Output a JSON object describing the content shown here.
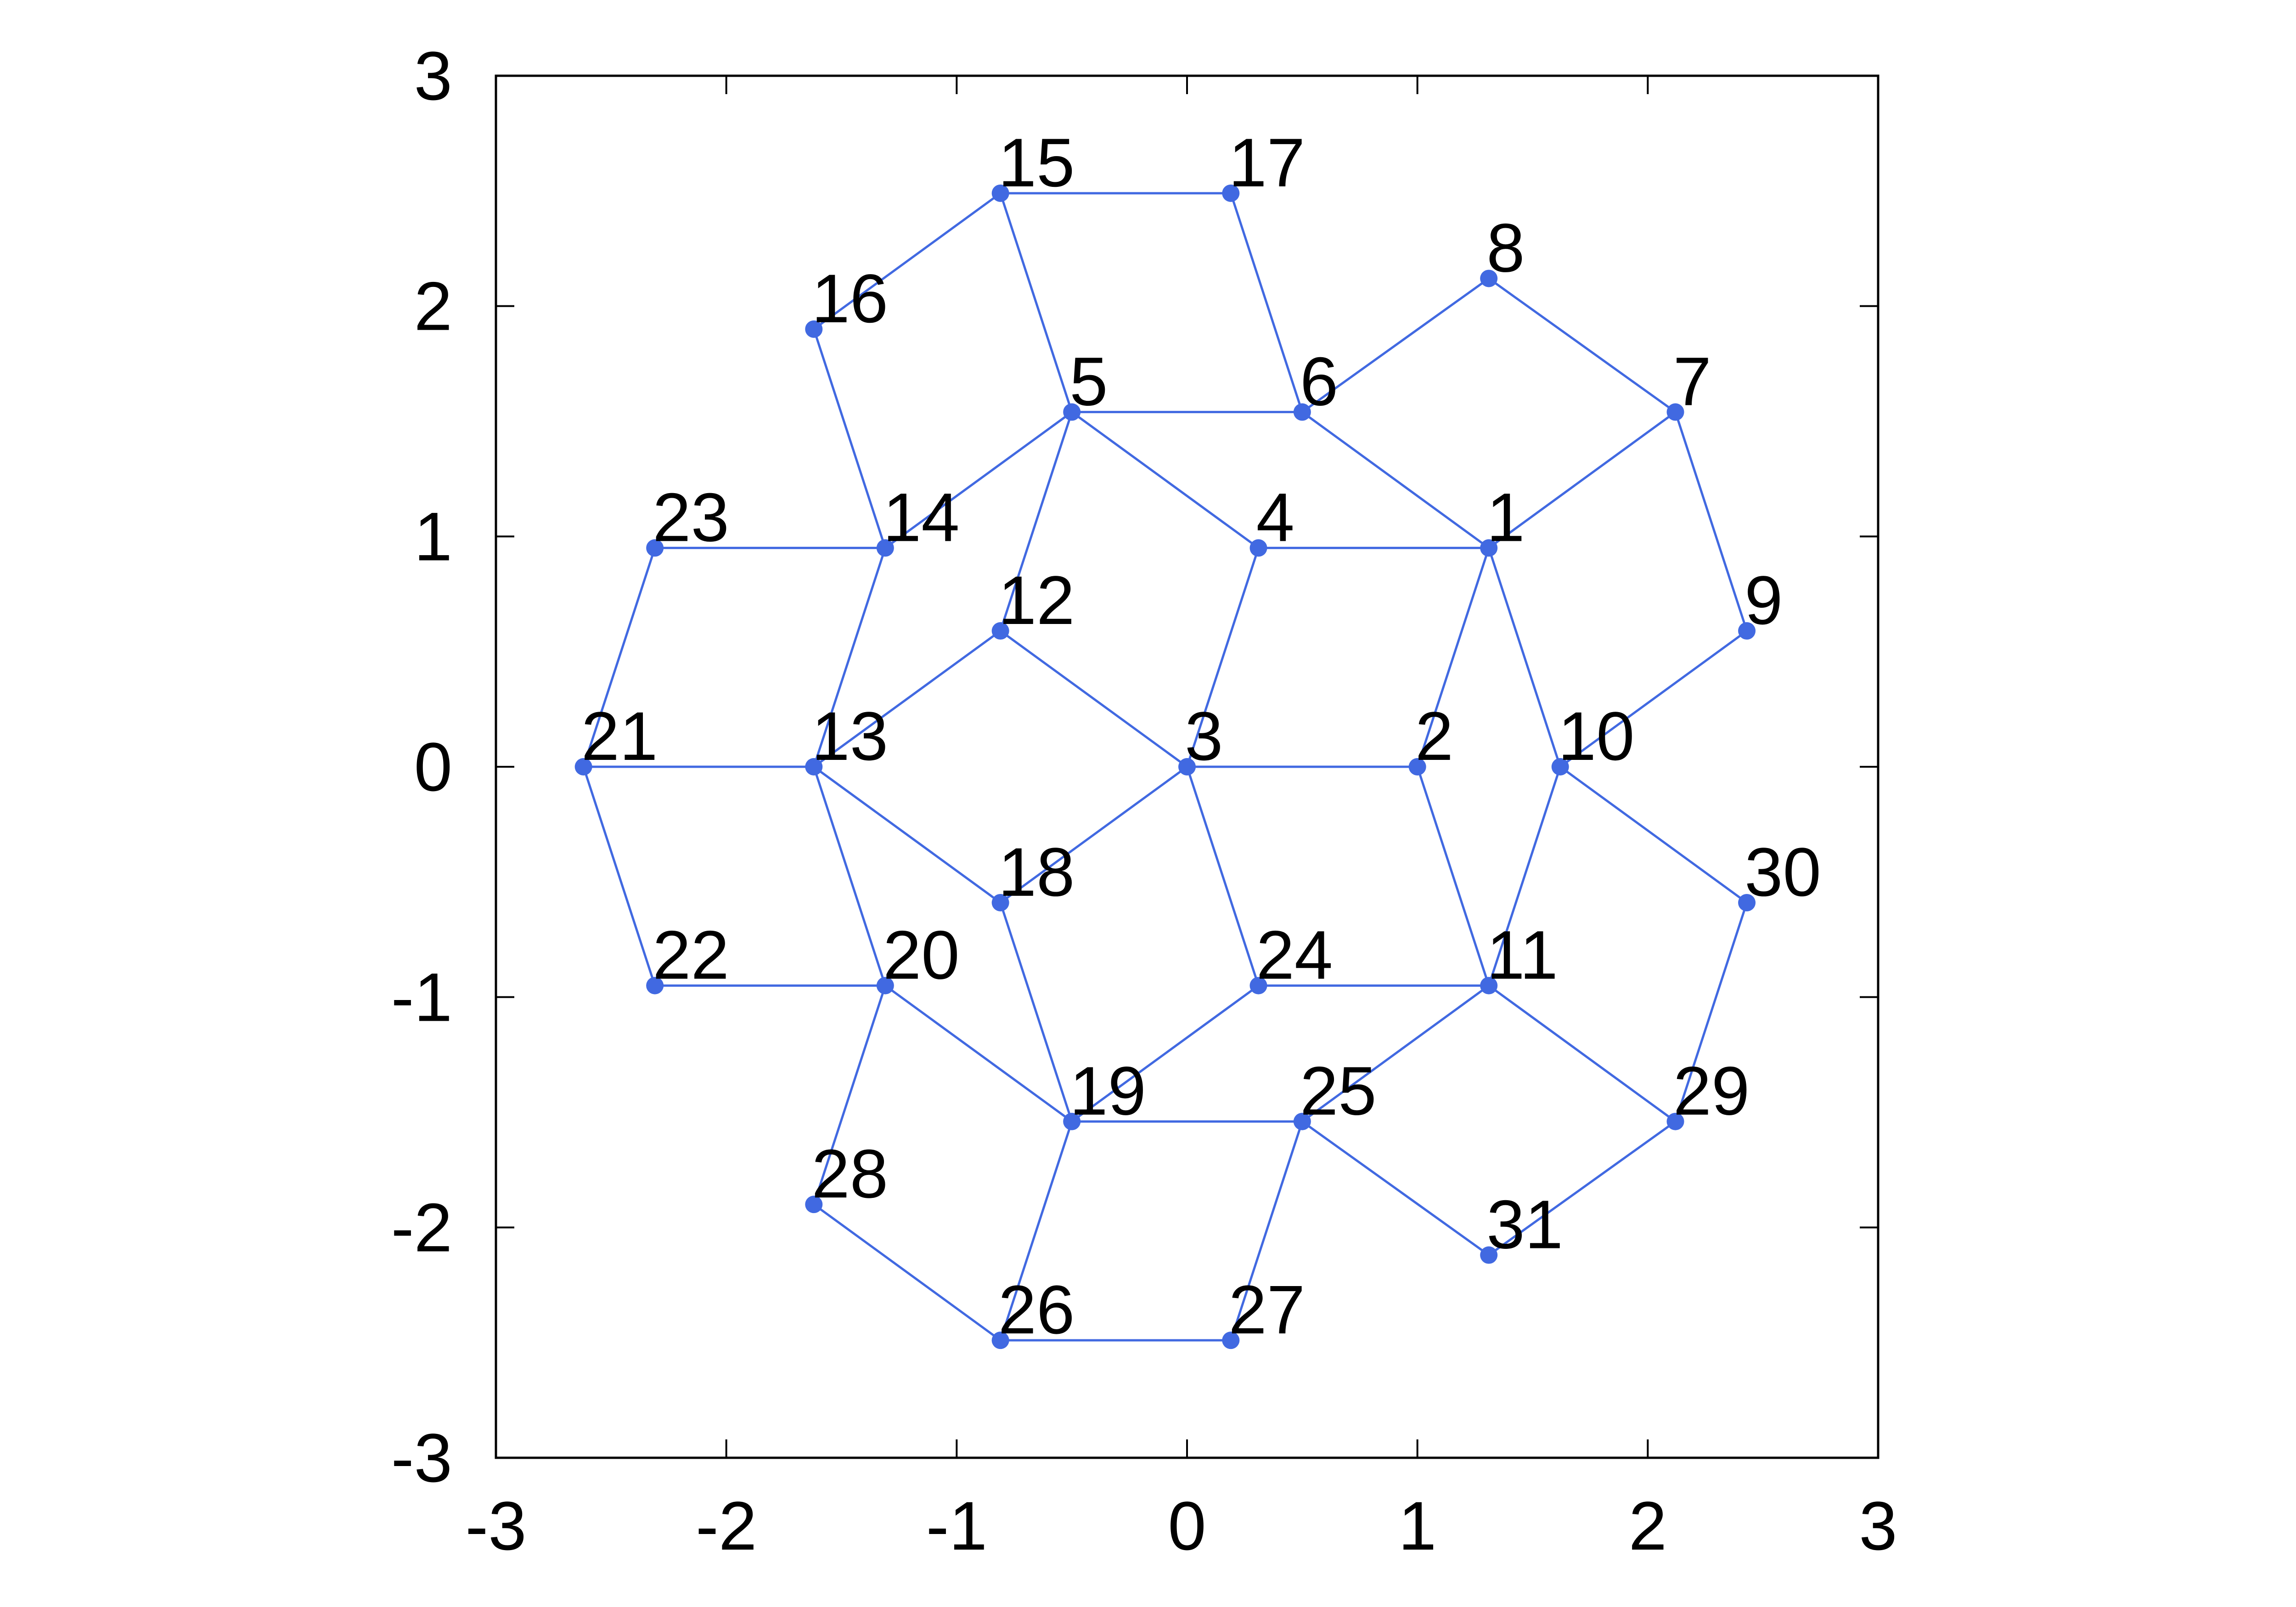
{
  "chart_data": {
    "type": "scatter",
    "title": "",
    "xlabel": "",
    "ylabel": "",
    "xlim": [
      -3,
      3
    ],
    "ylim": [
      -3,
      3
    ],
    "xticks": [
      -3,
      -2,
      -1,
      0,
      1,
      2,
      3
    ],
    "yticks": [
      -3,
      -2,
      -1,
      0,
      1,
      2,
      3
    ],
    "xtick_labels": [
      "-3",
      "-2",
      "-1",
      "0",
      "1",
      "2",
      "3"
    ],
    "ytick_labels": [
      "-3",
      "-2",
      "-1",
      "0",
      "1",
      "2",
      "3"
    ],
    "grid": false,
    "legend": false,
    "series_color": "#4169e1",
    "nodes": [
      {
        "id": "1",
        "x": 1.31,
        "y": 0.95
      },
      {
        "id": "2",
        "x": 1.0,
        "y": 0.0
      },
      {
        "id": "3",
        "x": 0.0,
        "y": 0.0
      },
      {
        "id": "4",
        "x": 0.31,
        "y": 0.95
      },
      {
        "id": "5",
        "x": -0.5,
        "y": 1.54
      },
      {
        "id": "6",
        "x": 0.5,
        "y": 1.54
      },
      {
        "id": "7",
        "x": 2.12,
        "y": 1.54
      },
      {
        "id": "8",
        "x": 1.31,
        "y": 2.12
      },
      {
        "id": "9",
        "x": 2.43,
        "y": 0.59
      },
      {
        "id": "10",
        "x": 1.62,
        "y": 0.0
      },
      {
        "id": "11",
        "x": 1.31,
        "y": -0.95
      },
      {
        "id": "12",
        "x": -0.81,
        "y": 0.59
      },
      {
        "id": "13",
        "x": -1.62,
        "y": 0.0
      },
      {
        "id": "14",
        "x": -1.31,
        "y": 0.95
      },
      {
        "id": "15",
        "x": -0.81,
        "y": 2.49
      },
      {
        "id": "16",
        "x": -1.62,
        "y": 1.9
      },
      {
        "id": "17",
        "x": 0.19,
        "y": 2.49
      },
      {
        "id": "18",
        "x": -0.81,
        "y": -0.59
      },
      {
        "id": "19",
        "x": -0.5,
        "y": -1.54
      },
      {
        "id": "20",
        "x": -1.31,
        "y": -0.95
      },
      {
        "id": "21",
        "x": -2.62,
        "y": 0.0
      },
      {
        "id": "22",
        "x": -2.31,
        "y": -0.95
      },
      {
        "id": "23",
        "x": -2.31,
        "y": 0.95
      },
      {
        "id": "24",
        "x": 0.31,
        "y": -0.95
      },
      {
        "id": "25",
        "x": 0.5,
        "y": -1.54
      },
      {
        "id": "26",
        "x": -0.81,
        "y": -2.49
      },
      {
        "id": "27",
        "x": 0.19,
        "y": -2.49
      },
      {
        "id": "28",
        "x": -1.62,
        "y": -1.9
      },
      {
        "id": "29",
        "x": 2.12,
        "y": -1.54
      },
      {
        "id": "30",
        "x": 2.43,
        "y": -0.59
      },
      {
        "id": "31",
        "x": 1.31,
        "y": -2.12
      }
    ],
    "edges": [
      [
        "1",
        "4"
      ],
      [
        "1",
        "2"
      ],
      [
        "1",
        "6"
      ],
      [
        "1",
        "7"
      ],
      [
        "1",
        "10"
      ],
      [
        "2",
        "3"
      ],
      [
        "2",
        "11"
      ],
      [
        "3",
        "4"
      ],
      [
        "3",
        "12"
      ],
      [
        "3",
        "18"
      ],
      [
        "3",
        "24"
      ],
      [
        "4",
        "5"
      ],
      [
        "5",
        "6"
      ],
      [
        "5",
        "15"
      ],
      [
        "5",
        "14"
      ],
      [
        "5",
        "12"
      ],
      [
        "6",
        "17"
      ],
      [
        "6",
        "8"
      ],
      [
        "7",
        "8"
      ],
      [
        "7",
        "9"
      ],
      [
        "9",
        "10"
      ],
      [
        "10",
        "11"
      ],
      [
        "10",
        "30"
      ],
      [
        "11",
        "24"
      ],
      [
        "11",
        "25"
      ],
      [
        "11",
        "29"
      ],
      [
        "12",
        "13"
      ],
      [
        "13",
        "14"
      ],
      [
        "13",
        "21"
      ],
      [
        "13",
        "18"
      ],
      [
        "13",
        "20"
      ],
      [
        "14",
        "16"
      ],
      [
        "14",
        "23"
      ],
      [
        "15",
        "16"
      ],
      [
        "15",
        "17"
      ],
      [
        "18",
        "19"
      ],
      [
        "19",
        "20"
      ],
      [
        "19",
        "24"
      ],
      [
        "19",
        "25"
      ],
      [
        "19",
        "26"
      ],
      [
        "20",
        "22"
      ],
      [
        "20",
        "28"
      ],
      [
        "21",
        "23"
      ],
      [
        "21",
        "22"
      ],
      [
        "25",
        "27"
      ],
      [
        "25",
        "31"
      ],
      [
        "26",
        "27"
      ],
      [
        "26",
        "28"
      ],
      [
        "29",
        "30"
      ],
      [
        "29",
        "31"
      ]
    ]
  }
}
